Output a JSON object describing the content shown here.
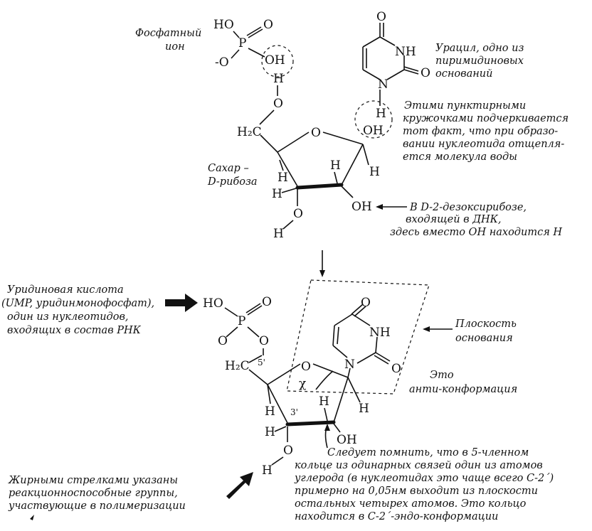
{
  "top_molecule": {
    "phosphate_label": [
      "Фосфатный",
      "ион"
    ],
    "atoms": {
      "ho": "HO",
      "p": "P",
      "o_double": "O",
      "o_minus": "-O",
      "oh_p": "OH",
      "h_link": "H",
      "o_link": "O",
      "h2c": "H₂C",
      "o_ring": "O",
      "h_c1": "H",
      "h_c4": "H",
      "h_c3": "H",
      "h_c2": "H",
      "h_3o": "H",
      "o_3": "O",
      "h_3": "H",
      "oh_2": "OH",
      "h_circ": "H",
      "oh_1": "OH",
      "n1": "N",
      "nh": "NH",
      "o_top": "O",
      "o_c2": "O"
    },
    "sugar_label": [
      "Сахар –",
      "D-рибоза"
    ],
    "uracil_label": [
      "Урацил, одно из",
      "пиримидиновых",
      "оснований"
    ],
    "circles_note": [
      "Этими пунктирными",
      "кружочками подчеркивается",
      "тот факт, что при образо-",
      "вании нуклеотида отщепля-",
      "ется молекула воды"
    ],
    "deoxy_note": [
      "В D-2-дезоксирибозе,",
      "входящей в ДНК,",
      "здесь вместо ОН находится Н"
    ]
  },
  "bottom_molecule": {
    "ump_label": [
      "Уридиновая кислота",
      "(UMP, уридинмонофосфат),",
      "один из нуклеотидов,",
      "входящих в состав РНК"
    ],
    "atoms": {
      "ho": "HO",
      "p": "P",
      "o_double": "O",
      "o_link": "O",
      "o_bottom": "O",
      "h2c": "H₂C",
      "c5": "5'",
      "o_ring": "O",
      "chi": "χ",
      "n1": "N",
      "nh": "NH",
      "o_top": "O",
      "o_c2": "O",
      "h_c1": "H",
      "h_c4": "H",
      "c3": "3'",
      "h_c2": "H",
      "h_c3": "H",
      "oh_2": "OH",
      "o_3": "O",
      "h_3": "H"
    },
    "plane_label": [
      "Плоскость",
      "основания"
    ],
    "anti_label": [
      "Это",
      "анти-конформация"
    ],
    "remember_note": [
      "Следует помнить, что в 5-членном",
      "кольце из одинарных связей один из атомов",
      "углерода (в нуклеотидах это чаще всего С-2´)",
      "примерно на 0,05нм выходит из плоскости",
      "остальных четырех атомов. Это кольцо",
      "находится в С-2´-эндо-конформации"
    ],
    "bold_arrows_note": [
      "Жирными стрелками указаны",
      "реакционноспособные группы,",
      "участвующие в полимеризации"
    ]
  },
  "colors": {
    "ink": "#111111",
    "background": "#ffffff"
  }
}
